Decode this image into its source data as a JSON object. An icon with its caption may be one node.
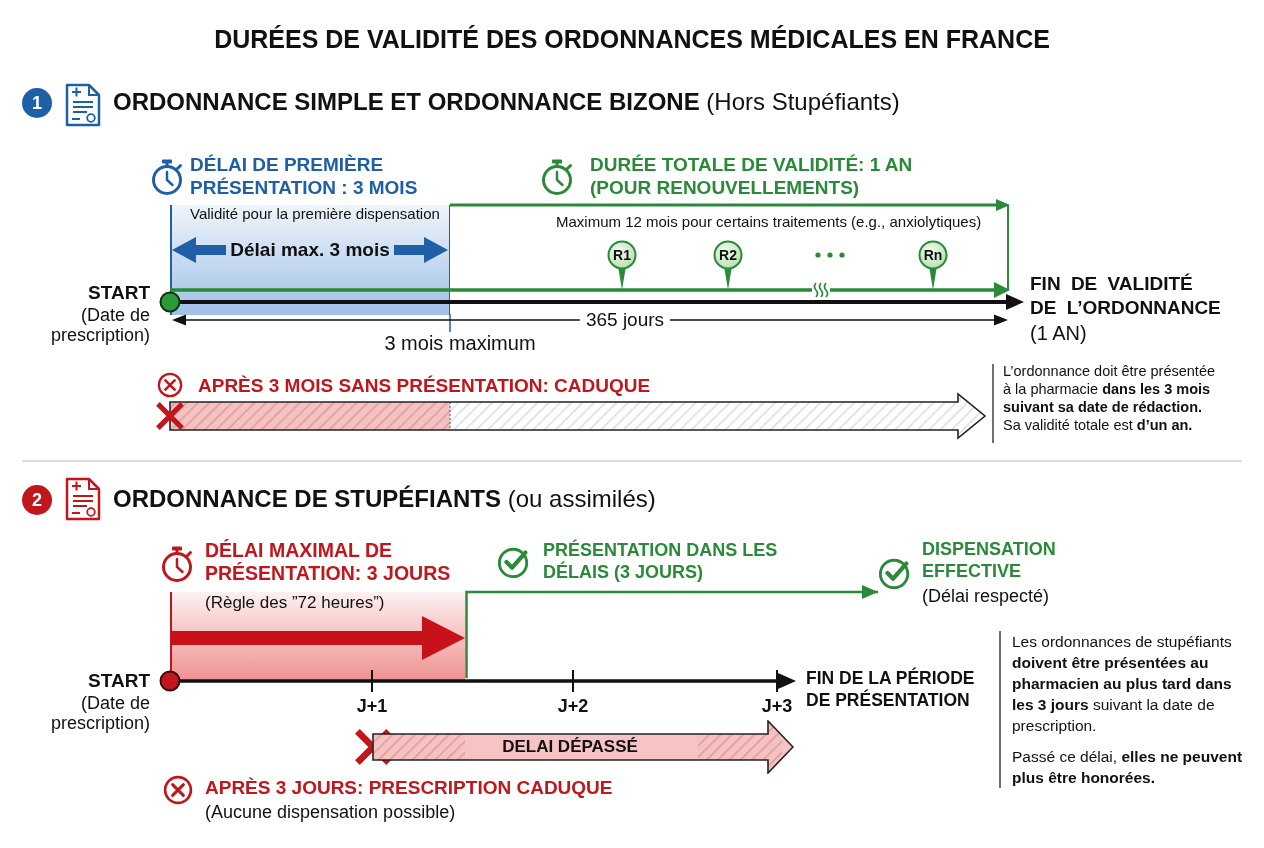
{
  "diagram": {
    "title": "DURÉES DE VALIDITÉ DES ORDONNANCES MÉDICALES EN FRANCE",
    "nodes": [
      {
        "text": [
          "1"
        ]
      },
      {
        "text": [
          "Validité pour la première dispensation",
          "Délai max. 3 mois"
        ],
        "beside": [
          "DÉLAI DE PREMIÈRE PRÉSENTATION : 3 MOIS"
        ]
      },
      {
        "text": [
          "R1"
        ]
      },
      {
        "text": [
          "R2"
        ]
      },
      {
        "text": [
          "Rn"
        ]
      },
      {
        "text": [
          "2"
        ]
      },
      {
        "text": [
          "(Règle des ”72 heures”)"
        ],
        "beside": [
          "DÉLAI MAXIMAL DE PRÉSENTATION: 3 JOURS"
        ]
      },
      {
        "text": [
          "DISPENSATION EFFECTIVE",
          "(Délai respecté)"
        ]
      },
      {
        "text": [
          "DELAI DÉPASSÉ"
        ]
      }
    ],
    "edges": [
      {
        "from": 6,
        "to": 7,
        "arrow": "to",
        "label": "PRÉSENTATION DANS LES DÉLAIS (3 JOURS)",
        "color": "#2a8a3a"
      }
    ],
    "labels": [
      "**ORDONNANCE SIMPLE ET ORDONNANCE BIZONE** (Hors Stupéfiants)",
      "DURÉE TOTALE DE VALIDITÉ: 1 AN (POUR RENOUVELLEMENTS)",
      "Maximum 12 mois pour certains traitements (e.g., anxiolytiques)",
      "START",
      "(Date de prescription)",
      "FIN DE VALIDITÉ DE L’ORDONNANCE",
      "365 jours",
      "(1 AN)",
      "3 mois maximum",
      "APRÈS 3 MOIS SANS PRÉSENTATION: CADUQUE",
      "L’ordonnance doit être présentée à la pharmacie **dans les 3 mois suivant sa date de rédaction.** Sa validité totale est **d’un an.**",
      "**ORDONNANCE DE STUPÉFIANTS** (ou assimilés)",
      "START",
      "(Date de prescription)",
      "J+1",
      "J+2",
      "J+3",
      "FIN DE LA PÉRIODE DE PRÉSENTATION",
      "APRÈS 3 JOURS: PRESCRIPTION CADUQUE",
      "(Aucune dispensation possible)",
      "Les ordonnances de stupéfiants **doivent être présentées au pharmacien au plus tard dans les 3 jours** suivant la date de prescription.",
      "Passé ce délai, **elles ne peuvent plus être honorées.**"
    ]
  }
}
